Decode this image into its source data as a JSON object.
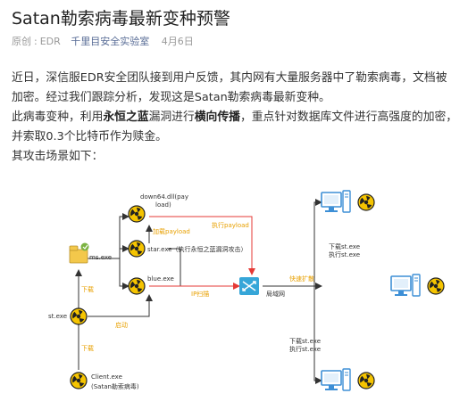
{
  "article": {
    "title": "Satan勒索病毒最新变种预警",
    "meta": {
      "original_label": "原创",
      "author": "EDR",
      "account": "千里目安全实验室",
      "date": "4月6日"
    },
    "paragraphs": {
      "p1": "近日，深信服EDR安全团队接到用户反馈，其内网有大量服务器中了勒索病毒，文档被加密。经过我们跟踪分析，发现这是Satan勒索病毒最新变种。",
      "p2_prefix": "此病毒变种，利用",
      "p2_bold1": "永恒之蓝",
      "p2_mid": "漏洞进行",
      "p2_bold2": "横向传播",
      "p2_suffix": "，重点针对数据库文件进行高强度的加密，并索取0.3个比特币作为赎金。",
      "p3": "其攻击场景如下："
    }
  },
  "diagram": {
    "nodes": {
      "down64": "down64.dll(pay",
      "down64_2": "load)",
      "ms": "ms.exe",
      "star": "star.exe（执行永恒之蓝漏洞攻击）",
      "blue": "blue.exe",
      "st": "st.exe",
      "client": "Client.exe",
      "client_2": "(Satan勒索病毒)",
      "lan": "局域网"
    },
    "edges": {
      "download1": "下载",
      "download_payload": "加载payload",
      "exec_payload": "执行payload",
      "ip_scan": "IP扫描",
      "fast_spread": "快速扩散",
      "launch": "启动",
      "download2": "下载",
      "r1a": "下载st.exe",
      "r1b": "执行st.exe",
      "r2a": "下载st.exe",
      "r2b": "执行st.exe"
    },
    "colors": {
      "arrow": "#333333",
      "red_arrow": "#e53935",
      "orange_label": "#e8a000",
      "hazard_yellow": "#f5c400",
      "pc_blue": "#3d8fd6",
      "folder_green": "#7cb342"
    }
  }
}
